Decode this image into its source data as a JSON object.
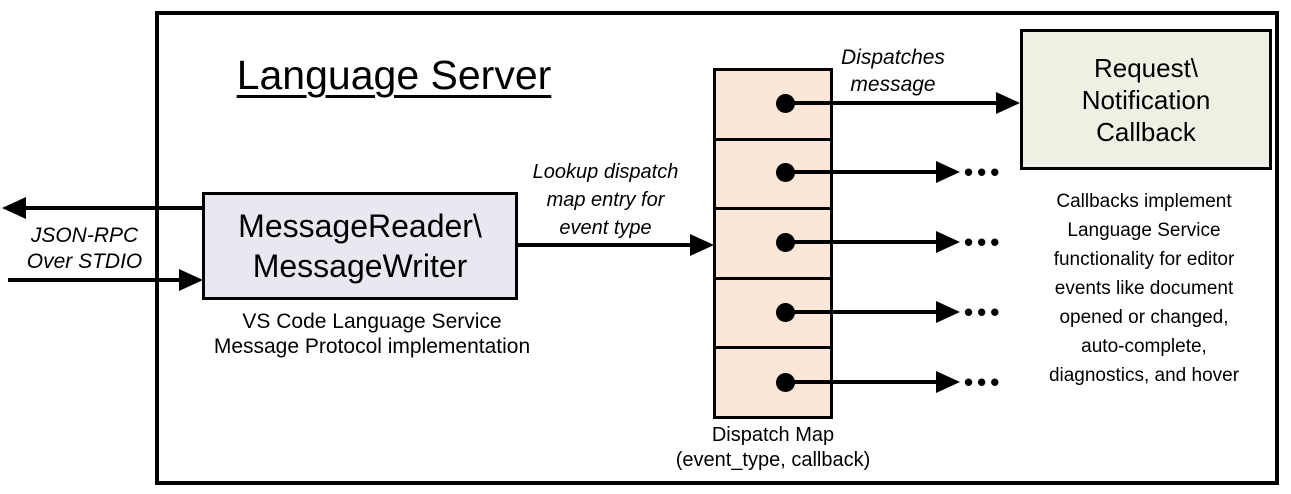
{
  "title": "Language Server",
  "io_label": "JSON-RPC\nOver STDIO",
  "reader": {
    "label": "MessageReader\\\nMessageWriter",
    "caption": "VS Code Language Service\nMessage Protocol implementation",
    "fill": "#E9E7EF"
  },
  "lookup_label": "Lookup dispatch\nmap entry for\nevent type",
  "dispatch": {
    "dispatches_label": "Dispatches\nmessage",
    "label": "Dispatch Map",
    "sublabel": "(event_type, callback)",
    "cell_count": 5,
    "fill": "#FBE6D7"
  },
  "callback": {
    "label": "Request\\\nNotification\nCallback",
    "note": "Callbacks implement\nLanguage Service\nfunctionality for editor\nevents like document\nopened or changed,\nauto-complete,\ndiagnostics, and hover",
    "fill": "#ECF1E3"
  },
  "icons": {
    "ellipsis": "•••"
  },
  "colors": {
    "line": "#000000",
    "border": "#000000",
    "background": "#FFFFFF"
  }
}
